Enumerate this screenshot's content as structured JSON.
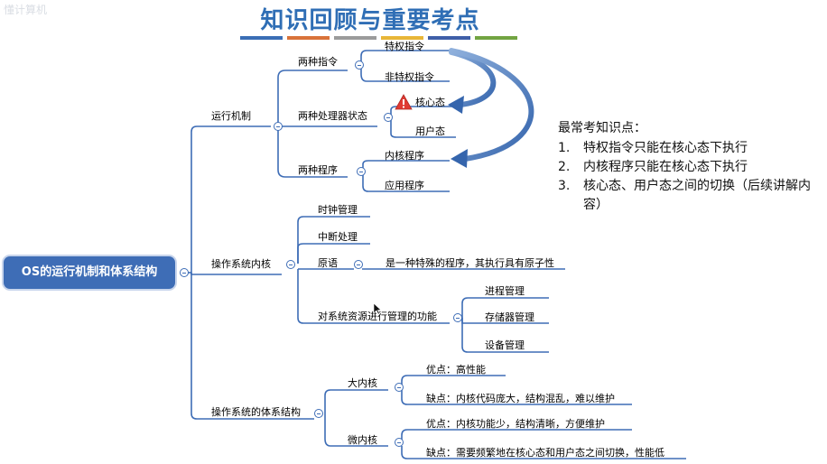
{
  "brand": "懂计算机",
  "title": "知识回顾与重要考点",
  "color_strip": [
    "#3a6eb5",
    "#d9733a",
    "#9b9b9b",
    "#e8b638",
    "#3f5fa8",
    "#72a442"
  ],
  "root": {
    "label": "OS的运行机制和体系结构"
  },
  "branches": {
    "runtime": {
      "label": "运行机制",
      "instructions": {
        "label": "两种指令",
        "items": [
          "特权指令",
          "非特权指令"
        ]
      },
      "states": {
        "label": "两种处理器状态",
        "items": [
          "核心态",
          "用户态"
        ]
      },
      "programs": {
        "label": "两种程序",
        "items": [
          "内核程序",
          "应用程序"
        ]
      }
    },
    "kernel": {
      "label": "操作系统内核",
      "clock": "时钟管理",
      "interrupt": "中断处理",
      "primitive": {
        "label": "原语",
        "desc": "是一种特殊的程序，其执行具有原子性"
      },
      "resource": {
        "label": "对系统资源进行管理的功能",
        "items": [
          "进程管理",
          "存储器管理",
          "设备管理"
        ]
      }
    },
    "arch": {
      "label": "操作系统的体系结构",
      "macro": {
        "label": "大内核",
        "pro": "优点：高性能",
        "con": "缺点：内核代码庞大，结构混乱，难以维护"
      },
      "micro": {
        "label": "微内核",
        "pro": "优点：内核功能少，结构清晰，方便维护",
        "con": "缺点：需要频繁地在核心态和用户态之间切换，性能低"
      }
    }
  },
  "notes": {
    "title": "最常考知识点：",
    "items": [
      {
        "num": "1.",
        "text": "特权指令只能在核心态下执行"
      },
      {
        "num": "2.",
        "text": "内核程序只能在核心态下执行"
      },
      {
        "num": "3.",
        "text": "核心态、用户态之间的切换（后续讲解内容）"
      }
    ]
  },
  "icons": {
    "warning": "warning-icon",
    "collapse": "collapse-toggle-icon",
    "arrow": "curved-arrow-icon",
    "cursor": "mouse-cursor-icon"
  }
}
